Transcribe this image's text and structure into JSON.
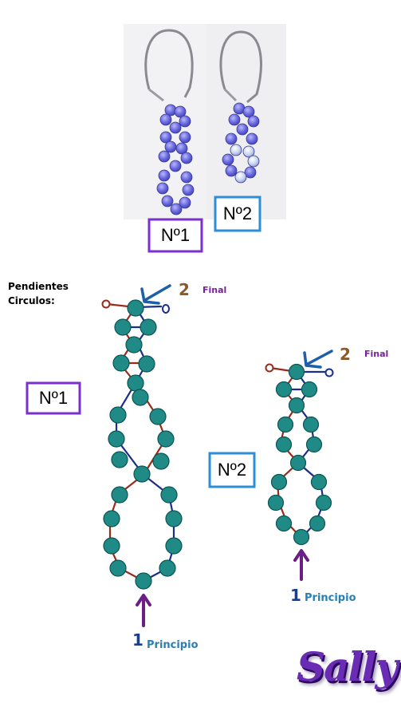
{
  "photo": {
    "label_1": "Nº1",
    "label_2": "Nº2"
  },
  "diagram": {
    "title_line1": "Pendientes",
    "title_line2": "Circulos:",
    "pattern_1": {
      "label": "Nº1",
      "end_number": "2",
      "end_word": "Final",
      "start_number": "1",
      "start_word": "Principio"
    },
    "pattern_2": {
      "label": "Nº2",
      "end_number": "2",
      "end_word": "Final",
      "start_number": "1",
      "start_word": "Principio"
    }
  },
  "signature": "Sally",
  "colors": {
    "bead": "#1f8a86",
    "bead_outline": "#0b5552",
    "thread_blue": "#1a2e8c",
    "thread_red": "#9a2a1a",
    "arrow_purple": "#6a1e86",
    "final_purple": "#7a1f9a",
    "number_two": "#8b5a2b",
    "number_one": "#1d3f8a",
    "principio": "#2a7fb0",
    "box_purple": "#7b2fd0",
    "box_blue": "#2b8fd8",
    "photo_beads": "#5b5fd8"
  }
}
